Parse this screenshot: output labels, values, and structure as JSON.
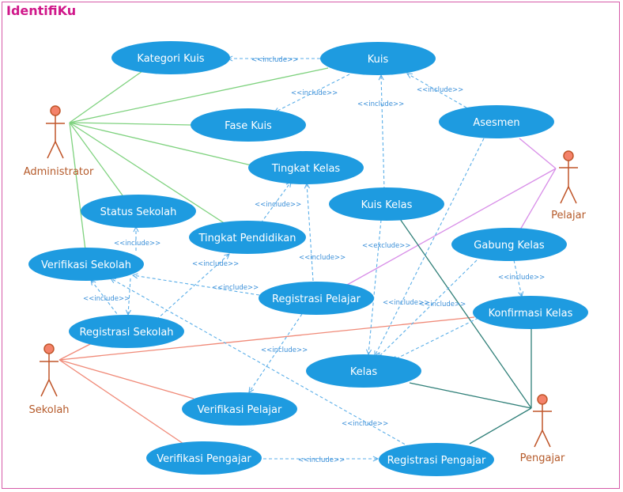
{
  "diagram": {
    "title": "IdentifiKu",
    "colors": {
      "usecase_fill": "#1e9be0",
      "usecase_text": "#ffffff",
      "dashed": "#5aaee8",
      "actor_stroke": "#c0562a",
      "actor_fill": "#f4826a",
      "admin_line": "#7fd27f",
      "pelajar_line": "#d88ee8",
      "sekolah_line": "#f08a78",
      "pengajar_line": "#2f7f78",
      "frame": "#d65aa8",
      "title": "#d0188a"
    },
    "actors": {
      "administrator": "Administrator",
      "pelajar": "Pelajar",
      "sekolah": "Sekolah",
      "pengajar": "Pengajar"
    },
    "usecases": {
      "kategori_kuis": "Kategori Kuis",
      "kuis": "Kuis",
      "fase_kuis": "Fase Kuis",
      "asesmen": "Asesmen",
      "tingkat_kelas": "Tingkat Kelas",
      "kuis_kelas": "Kuis Kelas",
      "status_sekolah": "Status Sekolah",
      "tingkat_pendidikan": "Tingkat Pendidikan",
      "gabung_kelas": "Gabung Kelas",
      "verifikasi_sekolah": "Verifikasi Sekolah",
      "registrasi_pelajar": "Registrasi Pelajar",
      "konfirmasi_kelas": "Konfirmasi Kelas",
      "registrasi_sekolah": "Registrasi Sekolah",
      "kelas": "Kelas",
      "verifikasi_pelajar": "Verifikasi Pelajar",
      "verifikasi_pengajar": "Verifikasi Pengajar",
      "registrasi_pengajar": "Registrasi Pengajar"
    },
    "relations": {
      "include": "<<include>>",
      "exclude": "<<exclude>>"
    }
  }
}
